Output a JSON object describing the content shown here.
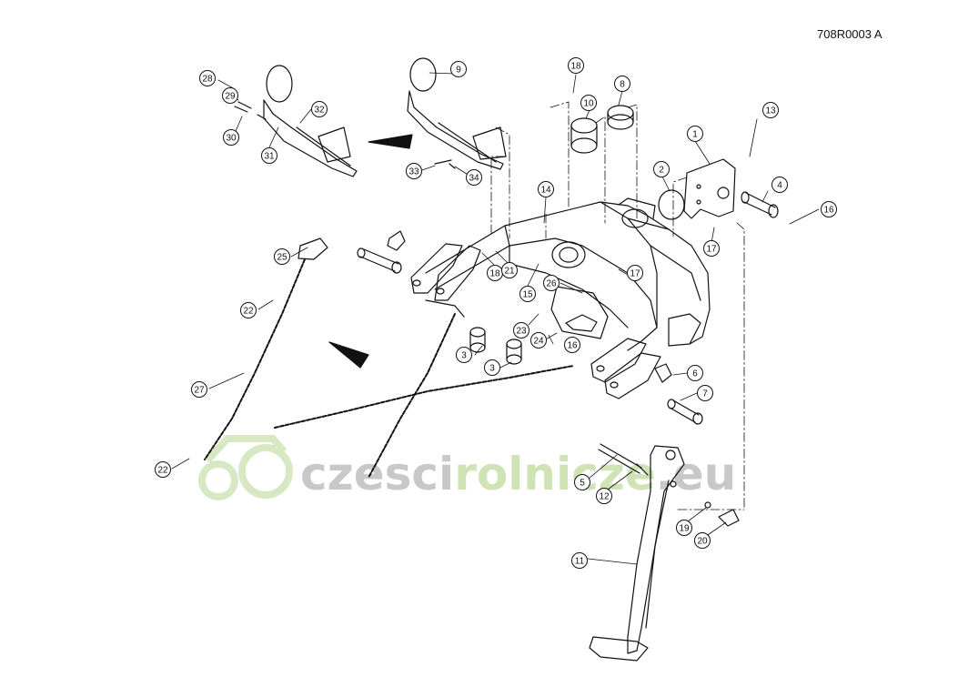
{
  "header": {
    "doc_code": "708R0003   A"
  },
  "watermark": {
    "part1": "czesci",
    "part2": "rolnicze",
    "part3": ".eu",
    "color_gray": "#c8c8c8",
    "color_green": "#cfe3b4"
  },
  "callouts": [
    {
      "id": "c1",
      "label": "1"
    },
    {
      "id": "c2",
      "label": "2"
    },
    {
      "id": "c3a",
      "label": "3"
    },
    {
      "id": "c3b",
      "label": "3"
    },
    {
      "id": "c4",
      "label": "4"
    },
    {
      "id": "c5",
      "label": "5"
    },
    {
      "id": "c6",
      "label": "6"
    },
    {
      "id": "c7",
      "label": "7"
    },
    {
      "id": "c8",
      "label": "8"
    },
    {
      "id": "c9",
      "label": "9"
    },
    {
      "id": "c10",
      "label": "10"
    },
    {
      "id": "c11",
      "label": "11"
    },
    {
      "id": "c12",
      "label": "12"
    },
    {
      "id": "c13",
      "label": "13"
    },
    {
      "id": "c14",
      "label": "14"
    },
    {
      "id": "c15",
      "label": "15"
    },
    {
      "id": "c16a",
      "label": "16"
    },
    {
      "id": "c16b",
      "label": "16"
    },
    {
      "id": "c17a",
      "label": "17"
    },
    {
      "id": "c17b",
      "label": "17"
    },
    {
      "id": "c18a",
      "label": "18"
    },
    {
      "id": "c18b",
      "label": "18"
    },
    {
      "id": "c19",
      "label": "19"
    },
    {
      "id": "c20",
      "label": "20"
    },
    {
      "id": "c21",
      "label": "21"
    },
    {
      "id": "c22a",
      "label": "22"
    },
    {
      "id": "c22b",
      "label": "22"
    },
    {
      "id": "c23",
      "label": "23"
    },
    {
      "id": "c24",
      "label": "24"
    },
    {
      "id": "c25",
      "label": "25"
    },
    {
      "id": "c26",
      "label": "26"
    },
    {
      "id": "c27",
      "label": "27"
    },
    {
      "id": "c28",
      "label": "28"
    },
    {
      "id": "c29",
      "label": "29"
    },
    {
      "id": "c30",
      "label": "30"
    },
    {
      "id": "c31",
      "label": "31"
    },
    {
      "id": "c32",
      "label": "32"
    },
    {
      "id": "c33",
      "label": "33"
    },
    {
      "id": "c34",
      "label": "34"
    }
  ]
}
